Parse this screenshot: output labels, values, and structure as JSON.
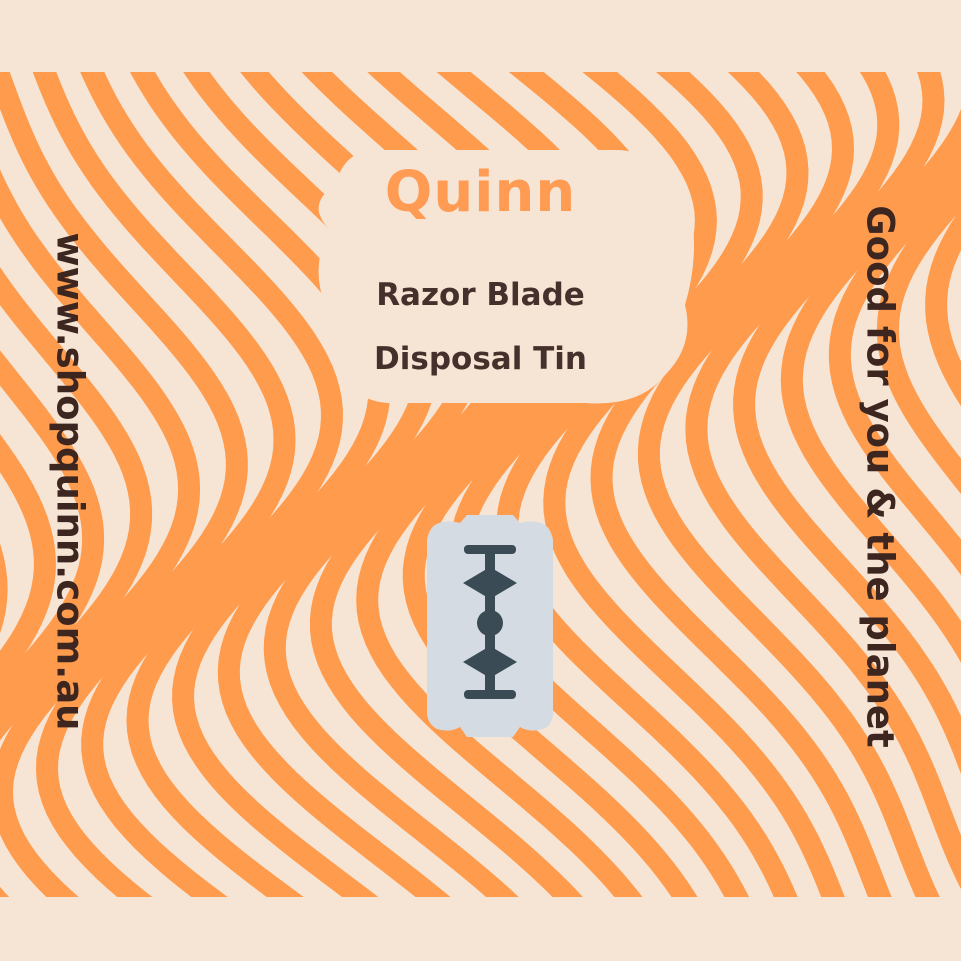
{
  "brand": "Quinn",
  "product_line1": "Razor Blade",
  "product_line2": "Disposal Tin",
  "website": "www.shopquinn.com.au",
  "tagline": "Good for you & the planet",
  "colors": {
    "background": "#f6e5d5",
    "stripe": "#ff9b4d",
    "brand_text": "#ff9b52",
    "body_text": "#46302c",
    "blade": "#d4dbe2",
    "blade_mark": "#3b4b55"
  },
  "icons": [
    "razor-blade-icon"
  ]
}
